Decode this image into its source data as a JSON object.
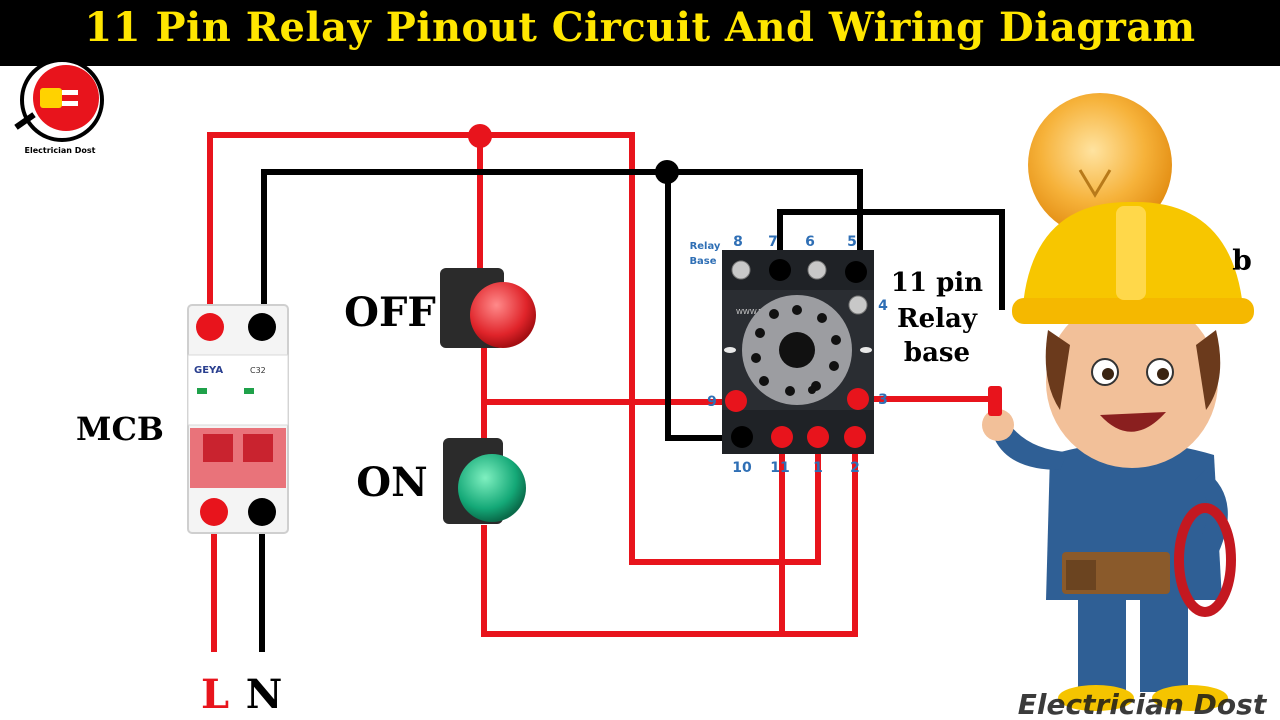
{
  "title": "11 Pin Relay Pinout Circuit And Wiring Diagram",
  "logo": {
    "text": "Electrician Dost",
    "icon": "plug-bulb-icon"
  },
  "mcb": {
    "label": "MCB",
    "brand": "GEYA",
    "rating": "C32"
  },
  "buttons": {
    "off_label": "OFF",
    "on_label": "ON"
  },
  "relay_base": {
    "caption_line1": "11 pin",
    "caption_line2": "Relay",
    "caption_line3": "base",
    "tag_line1": "Relay",
    "tag_line2": "Base",
    "watermark": "WWW.ETechnoG.COM",
    "pins_top": [
      "8",
      "7",
      "6",
      "5"
    ],
    "pin_right": "4",
    "pin_left_mid": "9",
    "pin_right_mid": "3",
    "pins_bottom": [
      "10",
      "11",
      "1",
      "2"
    ]
  },
  "bulb_label_partial": "b",
  "supply": {
    "line": "L",
    "neutral": "N"
  },
  "watermark_bottom": "Electrician Dost",
  "colors": {
    "phase": "#e8141c",
    "neutral": "#000000",
    "title": "#ffe600",
    "bulb": "#f6b23a"
  }
}
